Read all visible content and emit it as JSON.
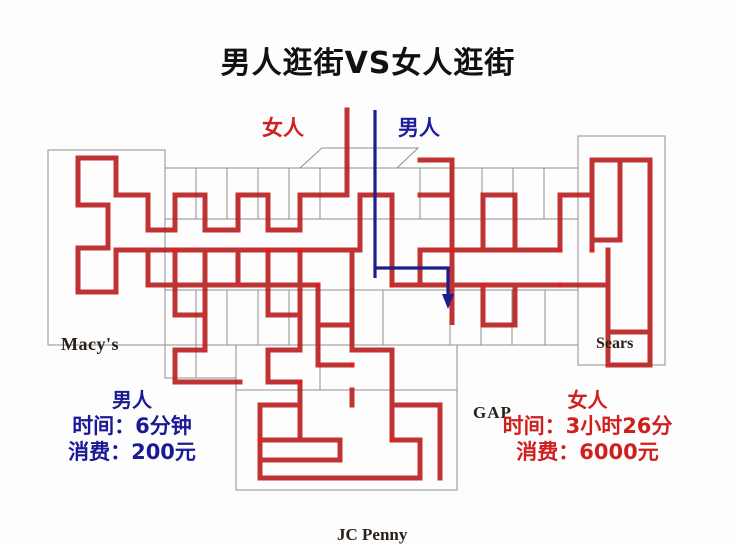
{
  "title": "男人逛街VS女人逛街",
  "legend": {
    "women_label": "女人",
    "men_label": "男人",
    "women_color": "#cf1f1f",
    "men_color": "#1d1d9e"
  },
  "map": {
    "stores": {
      "macys": "Macy's",
      "sears": "Sears",
      "jcpenny": "JC Penny",
      "gap": "GAP"
    }
  },
  "stats": {
    "men": {
      "heading": "男人",
      "time": "时间：6分钟",
      "spend": "消费：200元",
      "color": "#1a1a96"
    },
    "women": {
      "heading": "女人",
      "time": "时间：3小时26分",
      "spend": "消费：6000元",
      "color": "#cf1f1f"
    }
  }
}
